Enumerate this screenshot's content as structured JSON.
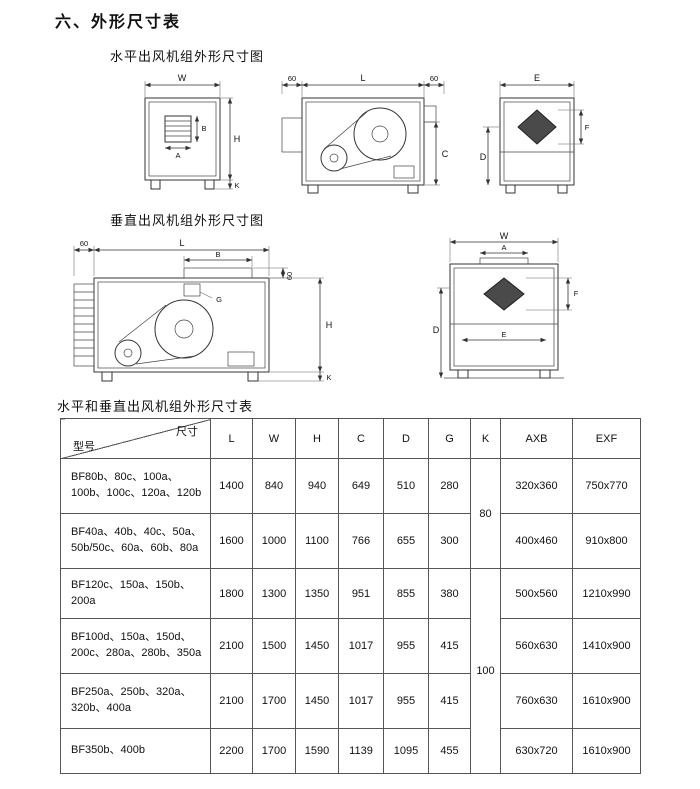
{
  "page": {
    "title": "六、外形尺寸表",
    "section1_title": "水平出风机组外形尺寸图",
    "section2_title": "垂直出风机组外形尺寸图",
    "table_title": "水平和垂直出风机组外形尺寸表"
  },
  "dims": {
    "h_front": {
      "w": "W",
      "a": "A",
      "b": "B",
      "h": "H",
      "k": "K"
    },
    "h_side": {
      "left60": "60",
      "l": "L",
      "right60": "60",
      "c": "C"
    },
    "h_rear": {
      "e": "E",
      "f": "F",
      "d": "D"
    },
    "v_side": {
      "left60": "60",
      "l": "L",
      "b": "B",
      "g": "G",
      "v60": "60",
      "h": "H",
      "k": "K"
    },
    "v_front": {
      "w": "W",
      "a": "A",
      "f": "F",
      "e": "E",
      "d": "D"
    }
  },
  "table": {
    "corner_top": "尺寸",
    "corner_bottom": "型号",
    "columns": [
      "L",
      "W",
      "H",
      "C",
      "D",
      "G",
      "K",
      "AXB",
      "EXF"
    ],
    "k_groups": [
      "80",
      "100"
    ],
    "rows": [
      {
        "model": "BF80b、80c、100a、100b、100c、120a、120b",
        "L": "1400",
        "W": "840",
        "H": "940",
        "C": "649",
        "D": "510",
        "G": "280",
        "AXB": "320x360",
        "EXF": "750x770"
      },
      {
        "model": "BF40a、40b、40c、50a、50b/50c、60a、60b、80a",
        "L": "1600",
        "W": "1000",
        "H": "1100",
        "C": "766",
        "D": "655",
        "G": "300",
        "AXB": "400x460",
        "EXF": "910x800"
      },
      {
        "model": "BF120c、150a、150b、200a",
        "L": "1800",
        "W": "1300",
        "H": "1350",
        "C": "951",
        "D": "855",
        "G": "380",
        "AXB": "500x560",
        "EXF": "1210x990"
      },
      {
        "model": "BF100d、150a、150d、200c、280a、280b、350a",
        "L": "2100",
        "W": "1500",
        "H": "1450",
        "C": "1017",
        "D": "955",
        "G": "415",
        "AXB": "560x630",
        "EXF": "1410x900"
      },
      {
        "model": "BF250a、250b、320a、320b、400a",
        "L": "2100",
        "W": "1700",
        "H": "1450",
        "C": "1017",
        "D": "955",
        "G": "415",
        "AXB": "760x630",
        "EXF": "1610x900"
      },
      {
        "model": "BF350b、400b",
        "L": "2200",
        "W": "1700",
        "H": "1590",
        "C": "1139",
        "D": "1095",
        "G": "455",
        "AXB": "630x720",
        "EXF": "1610x900"
      }
    ]
  }
}
